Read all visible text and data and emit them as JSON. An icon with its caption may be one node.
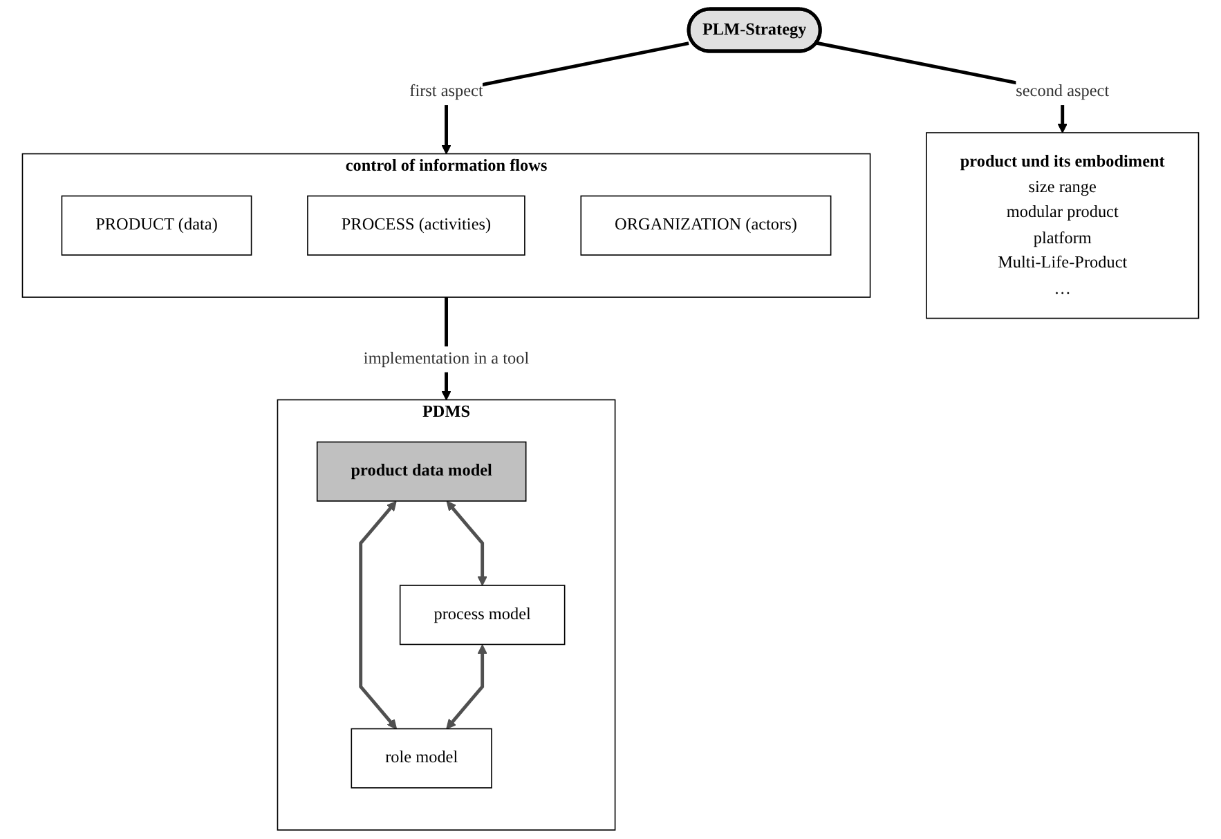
{
  "diagram": {
    "nodes": [
      {
        "text": [
          "PLM-Strategy"
        ]
      },
      {
        "text": [
          "product und its embodiment",
          "size range",
          "modular product",
          "platform",
          "Multi-Life-Product",
          "…"
        ]
      },
      {
        "text": [
          "control of information flows"
        ]
      },
      {
        "text": [
          "PRODUCT (data)"
        ],
        "in": 2
      },
      {
        "text": [
          "PROCESS (activities)"
        ],
        "in": 2
      },
      {
        "text": [
          "ORGANIZATION (actors)"
        ],
        "in": 2
      },
      {
        "text": [
          "PDMS"
        ]
      },
      {
        "text": [
          "product data model"
        ],
        "in": 6
      },
      {
        "text": [
          "process model"
        ],
        "in": 6
      },
      {
        "text": [
          "role model"
        ],
        "in": 6
      }
    ],
    "edges": [
      {
        "from": 0,
        "to": 1,
        "arrow": "to",
        "label": "second aspect"
      },
      {
        "from": 0,
        "to": 2,
        "arrow": "to",
        "label": "first aspect"
      },
      {
        "from": 2,
        "to": 6,
        "arrow": "to",
        "label": "implementation in a tool"
      },
      {
        "from": 7,
        "to": 8,
        "arrow": "both",
        "color": "#505050"
      },
      {
        "from": 7,
        "to": 9,
        "arrow": "both",
        "color": "#505050"
      },
      {
        "from": 8,
        "to": 9,
        "arrow": "both",
        "color": "#505050"
      }
    ]
  }
}
